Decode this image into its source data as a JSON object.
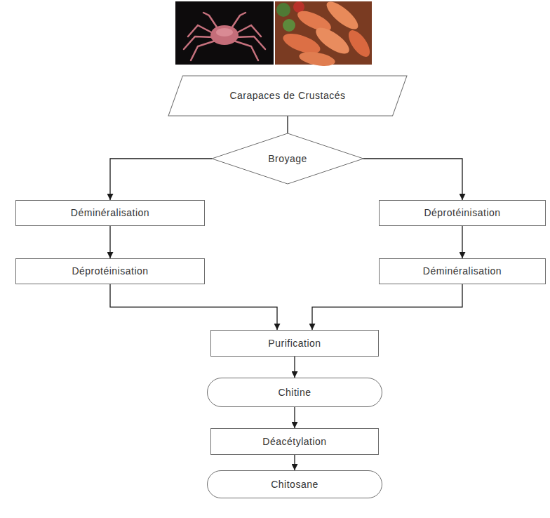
{
  "diagram": {
    "nodes": [
      {
        "text": [
          "Carapaces de Crustacés"
        ]
      },
      {
        "text": [
          "Broyage"
        ]
      },
      {
        "text": [
          "Déminéralisation"
        ]
      },
      {
        "text": [
          "Déprotéinisation"
        ]
      },
      {
        "text": [
          "Déprotéinisation"
        ]
      },
      {
        "text": [
          "Déminéralisation"
        ]
      },
      {
        "text": [
          "Purification"
        ]
      },
      {
        "text": [
          "Chitine"
        ]
      },
      {
        "text": [
          "Déacétylation"
        ]
      },
      {
        "text": [
          "Chitosane"
        ]
      }
    ],
    "edges": [
      {
        "from": 0,
        "to": 1,
        "arrow": "none"
      },
      {
        "from": 1,
        "to": 2,
        "arrow": "to"
      },
      {
        "from": 1,
        "to": 3,
        "arrow": "to"
      },
      {
        "from": 2,
        "to": 4,
        "arrow": "to"
      },
      {
        "from": 3,
        "to": 5,
        "arrow": "to"
      },
      {
        "from": 4,
        "to": 6,
        "arrow": "to"
      },
      {
        "from": 5,
        "to": 6,
        "arrow": "to"
      },
      {
        "from": 6,
        "to": 7,
        "arrow": "to"
      },
      {
        "from": 7,
        "to": 8,
        "arrow": "to"
      },
      {
        "from": 8,
        "to": 9,
        "arrow": "to"
      }
    ]
  }
}
